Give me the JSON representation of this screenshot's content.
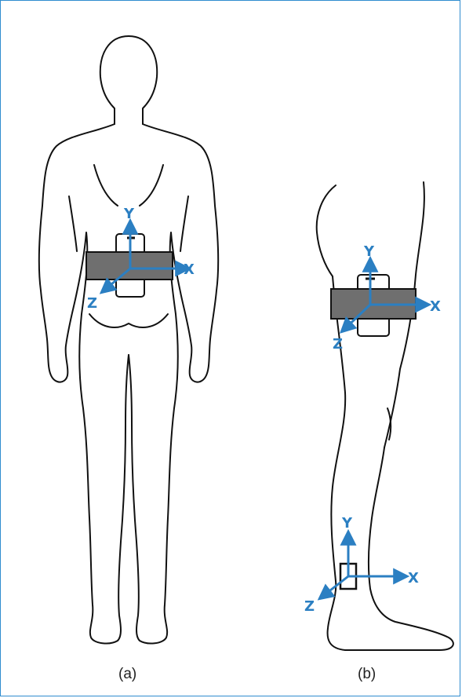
{
  "colors": {
    "border": "#2f8ccf",
    "axis": "#2b7fc2",
    "outline": "#111111",
    "band": "#6f6f6f"
  },
  "panels": [
    {
      "caption": "(a)",
      "axes": {
        "x": "X",
        "y": "Y",
        "z": "Z"
      }
    },
    {
      "caption": "(b)",
      "axes": {
        "x": "X",
        "y": "Y",
        "z": "Z"
      }
    },
    {
      "caption": "",
      "axes": {
        "x": "X",
        "y": "Y",
        "z": "Z"
      }
    }
  ]
}
